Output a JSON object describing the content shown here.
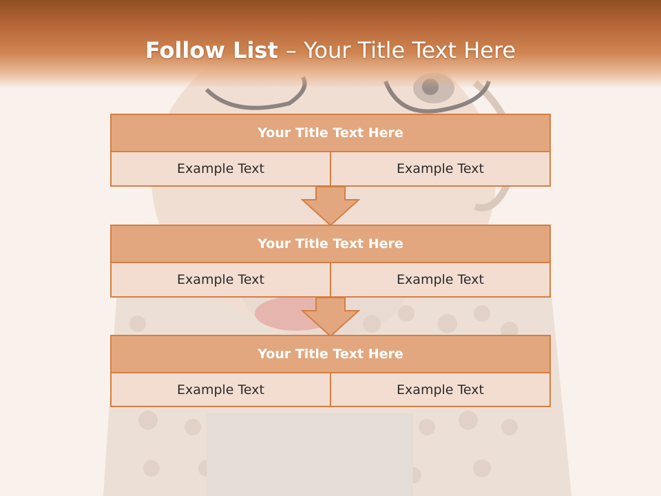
{
  "header": {
    "title_bold": "Follow List ",
    "title_rest": " – Your Title Text Here"
  },
  "blocks": [
    {
      "title": "Your Title Text Here",
      "left": "Example Text",
      "right": "Example Text"
    },
    {
      "title": "Your Title Text Here",
      "left": "Example Text",
      "right": "Example Text"
    },
    {
      "title": "Your Title Text Here",
      "left": "Example Text",
      "right": "Example Text"
    }
  ],
  "colors": {
    "header_dark": "#8f4f24",
    "accent": "#d57e42",
    "box_title_fill": "#e2a77e",
    "box_cell_fill": "#f3ddd1"
  },
  "icons": [
    "down-arrow-icon",
    "down-arrow-icon"
  ]
}
